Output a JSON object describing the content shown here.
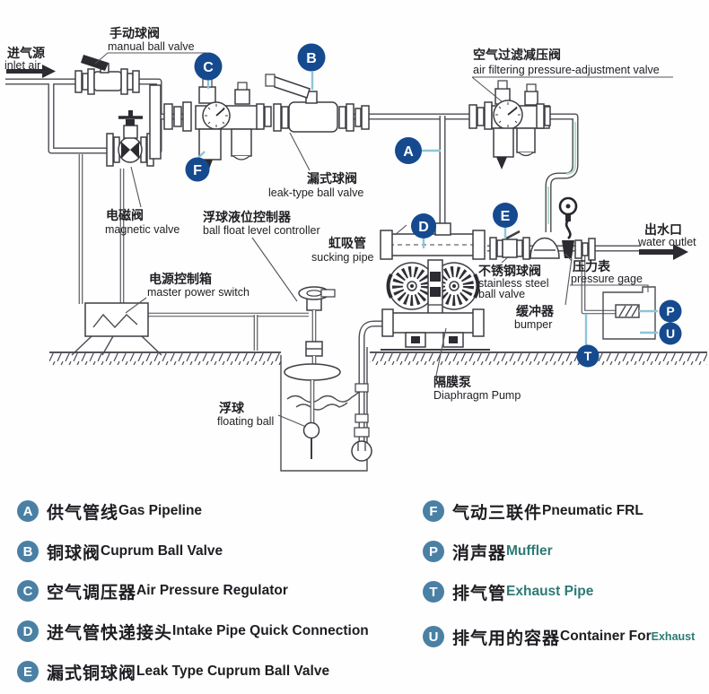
{
  "diagram": {
    "inlet_air_zh": "进气源",
    "inlet_air_en": "inlet air",
    "manual_valve_zh": "手动球阀",
    "manual_valve_en": "manual ball valve",
    "air_filter_valve_zh": "空气过滤减压阀",
    "air_filter_valve_en": "air filtering pressure-adjustment valve",
    "leak_valve_zh": "漏式球阀",
    "leak_valve_en": "leak-type ball valve",
    "magnetic_valve_zh": "电磁阀",
    "magnetic_valve_en": "magnetic valve",
    "float_controller_zh": "浮球液位控制器",
    "float_controller_en": "ball float level controller",
    "power_switch_zh": "电源控制箱",
    "power_switch_en": "master power switch",
    "sucking_pipe_zh": "虹吸管",
    "sucking_pipe_en": "sucking pipe",
    "stainless_valve_zh": "不锈钢球阀",
    "stainless_valve_en1": "stainless steel",
    "stainless_valve_en2": "ball valve",
    "water_outlet_zh": "出水口",
    "water_outlet_en": "water outlet",
    "pressure_gage_zh": "压力表",
    "pressure_gage_en": "pressure gage",
    "bumper_zh": "缓冲器",
    "bumper_en": "bumper",
    "pump_zh": "隔膜泵",
    "pump_en": "Diaphragm Pump",
    "floating_ball_zh": "浮球",
    "floating_ball_en": "floating ball",
    "markers": {
      "a": "A",
      "b": "B",
      "c": "C",
      "d": "D",
      "e": "E",
      "f": "F",
      "p": "P",
      "t": "T",
      "u": "U"
    }
  },
  "legend": {
    "left": [
      {
        "letter": "A",
        "zh": "供气管线",
        "en": "Gas Pipeline"
      },
      {
        "letter": "B",
        "zh": "铜球阀",
        "en": "Cuprum Ball Valve"
      },
      {
        "letter": "C",
        "zh": "空气调压器",
        "en": "Air Pressure Regulator"
      },
      {
        "letter": "D",
        "zh": "进气管快递接头",
        "en": "Intake Pipe Quick Connection"
      },
      {
        "letter": "E",
        "zh": "漏式铜球阀",
        "en": "Leak Type Cuprum Ball Valve"
      }
    ],
    "right": [
      {
        "letter": "F",
        "zh": "气动三联件",
        "en": "Pneumatic FRL"
      },
      {
        "letter": "P",
        "zh": "消声器",
        "en": "Muffler"
      },
      {
        "letter": "T",
        "zh": "排气管",
        "en": "Exhaust Pipe"
      },
      {
        "letter": "U",
        "zh": "排气用的容器",
        "en": "Container For",
        "en_small": "Exhaust"
      }
    ]
  },
  "colors": {
    "marker_navy": "#164A8F",
    "legend_blue": "#4B80A5",
    "pipe_highlight": "#8FC4DA",
    "teal_text": "#2E7A74"
  }
}
